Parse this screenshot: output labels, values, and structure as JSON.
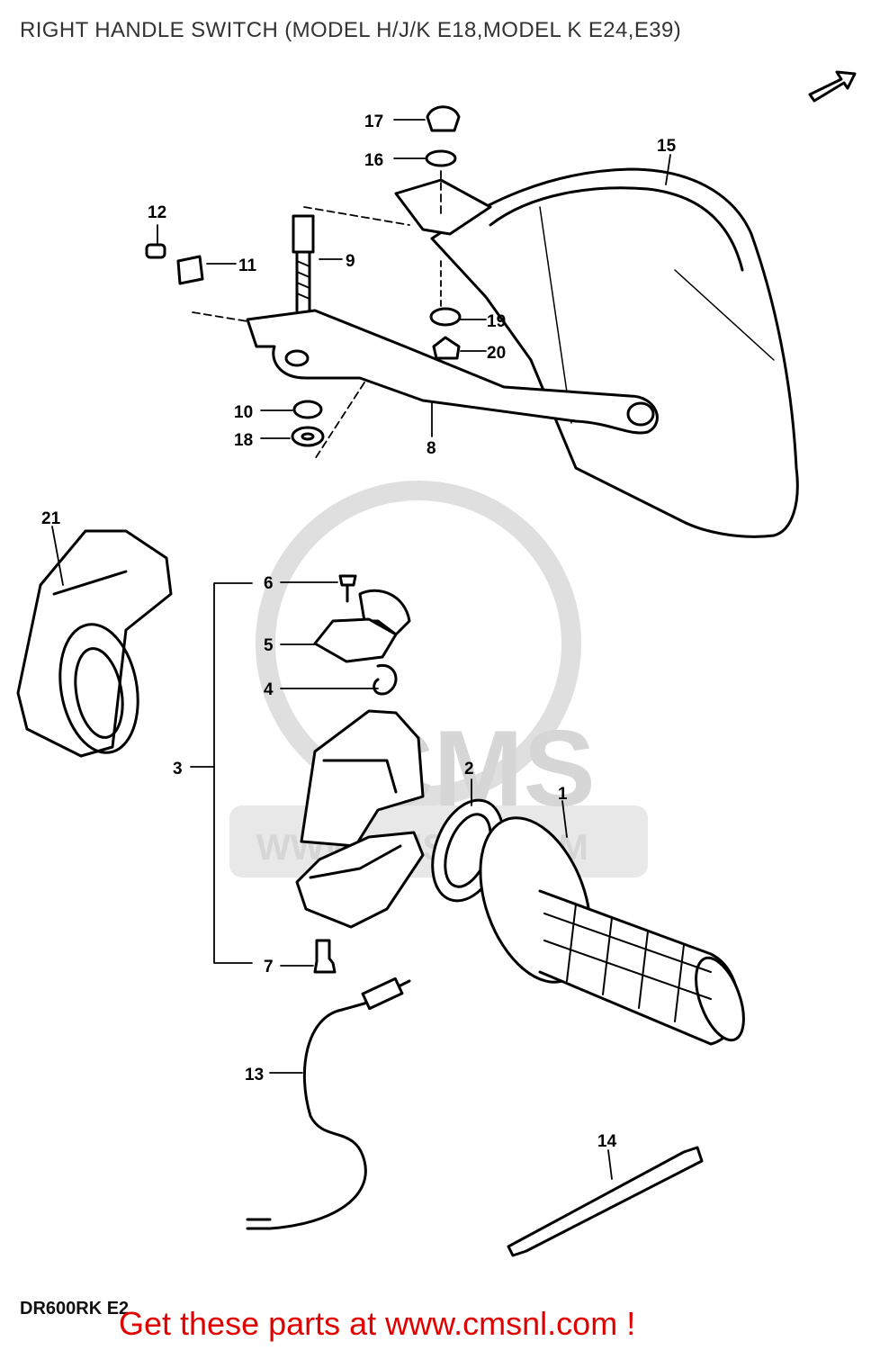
{
  "header": {
    "title": "RIGHT HANDLE SWITCH (MODEL H/J/K E18,MODEL K E24,E39)"
  },
  "footer": {
    "model_code": "DR600RK E2",
    "promo_text": "Get these parts at www.cmsnl.com !"
  },
  "watermark": {
    "brand": "CMS",
    "url": "WWW.CMSNL.COM"
  },
  "colors": {
    "line": "#000000",
    "watermark": "#d2d2d2",
    "promo": "#e00000"
  },
  "callouts": [
    "1",
    "2",
    "3",
    "4",
    "5",
    "6",
    "7",
    "8",
    "9",
    "10",
    "11",
    "12",
    "13",
    "14",
    "15",
    "16",
    "17",
    "18",
    "19",
    "20",
    "21"
  ]
}
